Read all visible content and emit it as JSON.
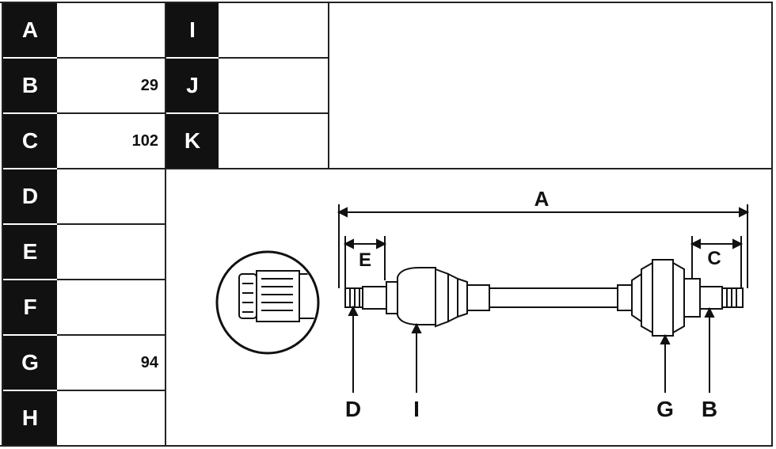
{
  "left_rows": [
    {
      "letter": "A",
      "value": ""
    },
    {
      "letter": "B",
      "value": "29"
    },
    {
      "letter": "C",
      "value": "102"
    },
    {
      "letter": "D",
      "value": ""
    },
    {
      "letter": "E",
      "value": ""
    },
    {
      "letter": "F",
      "value": ""
    },
    {
      "letter": "G",
      "value": "94"
    },
    {
      "letter": "H",
      "value": ""
    }
  ],
  "mid_rows": [
    {
      "letter": "I",
      "value": ""
    },
    {
      "letter": "J",
      "value": ""
    },
    {
      "letter": "K",
      "value": ""
    }
  ],
  "diagram_labels": {
    "overall": "A",
    "left_end": "E",
    "right_end": "C",
    "bottom_d": "D",
    "bottom_i": "I",
    "bottom_g": "G",
    "bottom_b": "B"
  }
}
